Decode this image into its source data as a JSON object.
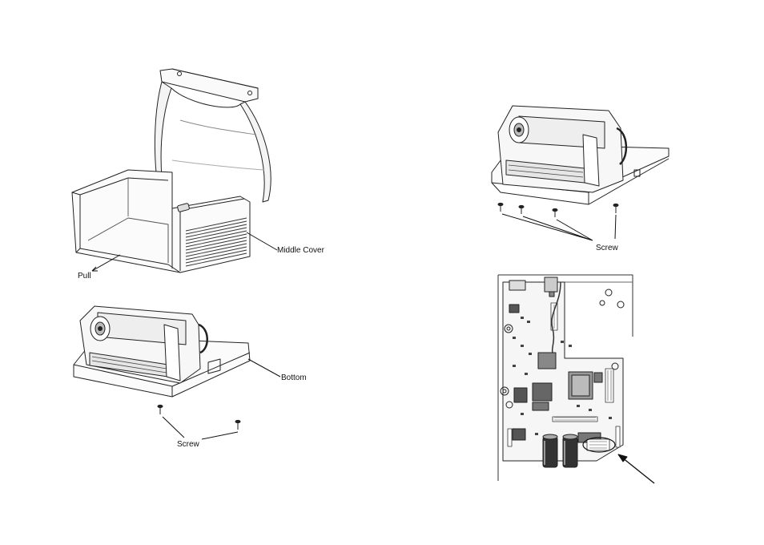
{
  "figures": [
    {
      "id": "fig-open-printer",
      "callouts": {
        "middle_cover": "Middle Cover",
        "pull": "Pull"
      }
    },
    {
      "id": "fig-bottom-screws",
      "callouts": {
        "bottom": "Bottom",
        "screw": "Screw"
      }
    },
    {
      "id": "fig-front-screws",
      "callouts": {
        "screw": "Screw"
      }
    },
    {
      "id": "fig-main-board",
      "callouts": {}
    }
  ]
}
